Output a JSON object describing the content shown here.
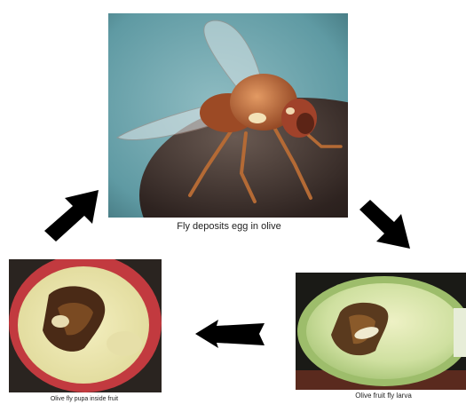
{
  "diagram": {
    "stages": [
      {
        "caption": "Fly deposits egg in olive"
      },
      {
        "caption": "Olive fruit fly larva"
      },
      {
        "caption": "Olive fly pupa inside fruit"
      }
    ]
  },
  "colors": {
    "arrow": "#000000",
    "sky": "#5f9aa3",
    "olive_green": "#aac98a",
    "olive_flesh": "#dfe8b0",
    "rot": "#5a3a1e",
    "pupa_fruit_skin": "#c23a3f"
  }
}
